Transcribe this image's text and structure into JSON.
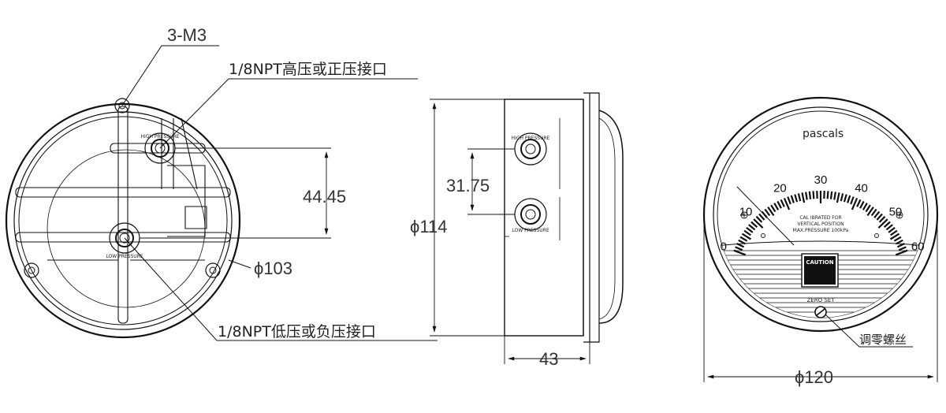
{
  "left_view": {
    "screw_label": "3-M3",
    "high_port_label": "1/8NPT高压或正压接口",
    "low_port_label": "1/8NPT低压或负压接口",
    "port_spacing": "44.45",
    "mount_diameter": "ϕ103",
    "port_high_text": "HIGH PRESSURE",
    "port_low_text": "LOW PRESSURE"
  },
  "side_view": {
    "body_diameter": "ϕ114",
    "port_spacing": "31.75",
    "depth": "43",
    "port_high_text": "HIGH PRESSURE",
    "port_low_text": "LOW PRESSURE"
  },
  "front_view": {
    "unit": "pascals",
    "scale_labels": [
      "0",
      "10",
      "20",
      "30",
      "40",
      "50",
      "60"
    ],
    "calibration_lines": [
      "CAL IBRATED FOR",
      "VERTICAL POSITION",
      "MAX.PRESSURE 100kPa"
    ],
    "caution_title": "CAUTION",
    "zero_set": "ZERO SET",
    "zero_screw_label": "调零螺丝",
    "outer_diameter": "ϕ120"
  },
  "colors": {
    "line": "#111111",
    "text": "#222222",
    "background": "#ffffff"
  }
}
